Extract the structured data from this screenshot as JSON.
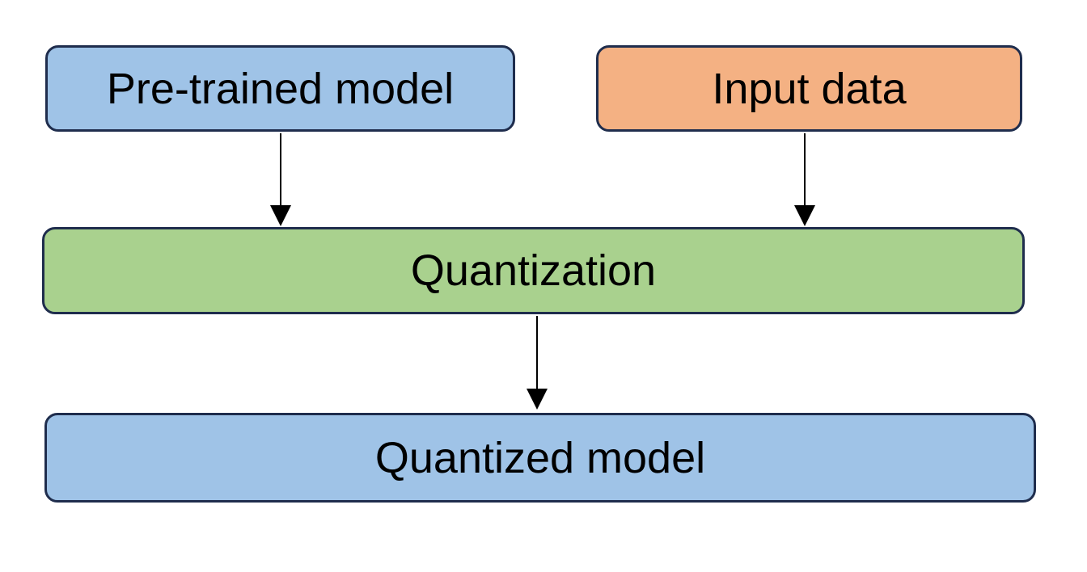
{
  "diagram": {
    "nodes": {
      "pretrained": {
        "label": "Pre-trained model",
        "color": "#9fc3e7"
      },
      "input": {
        "label": "Input data",
        "color": "#f4b183"
      },
      "quantization": {
        "label": "Quantization",
        "color": "#a9d18e"
      },
      "quantized": {
        "label": "Quantized model",
        "color": "#9fc3e7"
      }
    },
    "edges": [
      {
        "from": "pretrained",
        "to": "quantization"
      },
      {
        "from": "input",
        "to": "quantization"
      },
      {
        "from": "quantization",
        "to": "quantized"
      }
    ],
    "border_color": "#1f2d4d",
    "arrow_color": "#000000"
  }
}
